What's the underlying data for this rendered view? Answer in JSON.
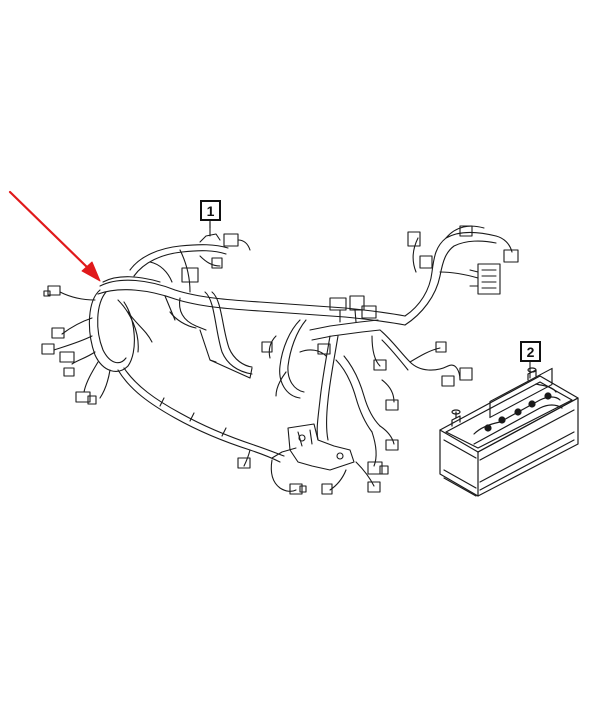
{
  "callouts": [
    {
      "id": "1",
      "label": "1",
      "part": "wiring-harness"
    },
    {
      "id": "2",
      "label": "2",
      "part": "battery"
    }
  ],
  "colors": {
    "line": "#1a1a1a",
    "arrow": "#e0191b",
    "background": "#ffffff"
  },
  "icons": {
    "pointer": "red-arrow-icon",
    "harness": "wiring-harness-icon",
    "battery": "battery-icon"
  }
}
